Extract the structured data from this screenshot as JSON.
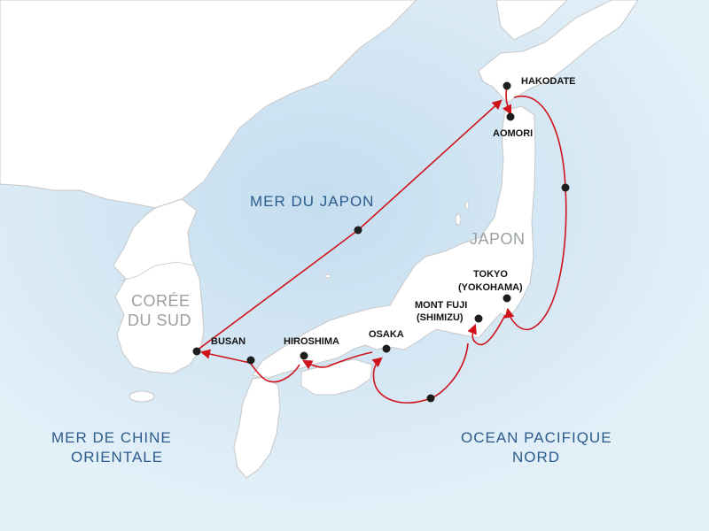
{
  "seas": {
    "japan_sea": "MER DU JAPON",
    "china_sea_line1": "MER DE CHINE",
    "china_sea_line2": "ORIENTALE",
    "pacific_line1": "OCEAN PACIFIQUE",
    "pacific_line2": "NORD"
  },
  "countries": {
    "korea_line1": "CORÉE",
    "korea_line2": "DU SUD",
    "japan": "JAPON"
  },
  "ports": {
    "hakodate": "HAKODATE",
    "aomori": "AOMORI",
    "tokyo_line1": "TOKYO",
    "tokyo_line2": "(YOKOHAMA)",
    "fuji_line1": "MONT FUJI",
    "fuji_line2": "(SHIMIZU)",
    "osaka": "OSAKA",
    "hiroshima": "HIROSHIMA",
    "busan": "BUSAN"
  },
  "colors": {
    "sea": "#dcecf6",
    "land": "#ffffff",
    "route": "#d0121b",
    "sea_label": "#2c5b8c",
    "country_label": "#9aa0a4"
  }
}
